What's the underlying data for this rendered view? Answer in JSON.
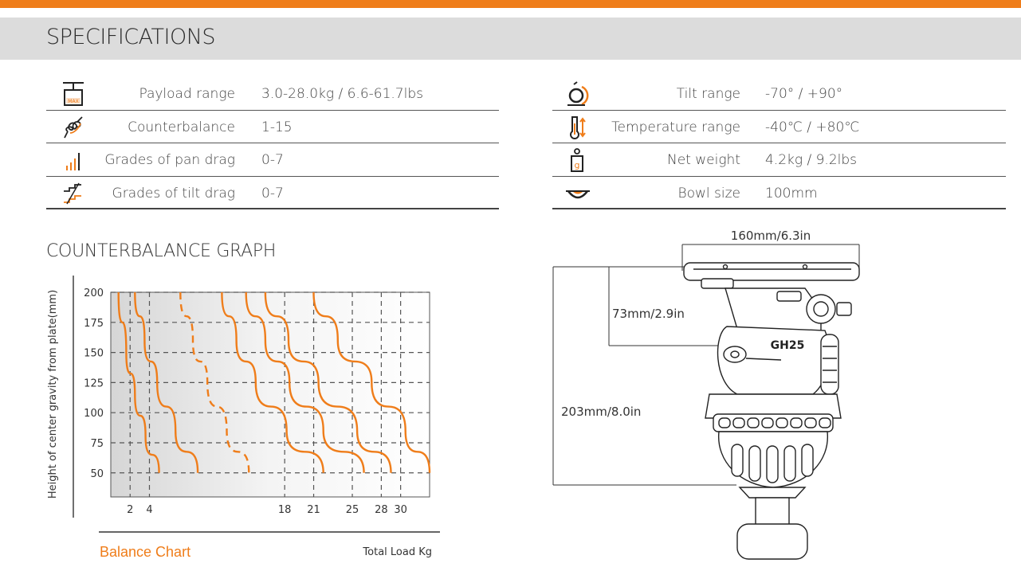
{
  "header": {
    "title": "SPECIFICATIONS"
  },
  "colors": {
    "accent": "#ef7d1a",
    "band": "#dcdcdc",
    "text": "#444444"
  },
  "specs_left": [
    {
      "icon": "max-weight-icon",
      "label": "Payload range",
      "value": "3.0-28.0kg / 6.6-61.7lbs",
      "icon_text": "MAX"
    },
    {
      "icon": "spring-icon",
      "label": "Counterbalance",
      "value": "1-15"
    },
    {
      "icon": "pan-drag-bars-icon",
      "label": "Grades of pan drag",
      "value": "0-7"
    },
    {
      "icon": "tilt-drag-steps-icon",
      "label": "Grades of tilt drag",
      "value": "0-7"
    }
  ],
  "specs_right": [
    {
      "icon": "tilt-angle-icon",
      "label": "Tilt range",
      "value": "-70° / +90°"
    },
    {
      "icon": "thermometer-icon",
      "label": "Temperature range",
      "value": "-40℃ / +80℃"
    },
    {
      "icon": "weight-tag-icon",
      "label": "Net weight",
      "value": "4.2kg / 9.2lbs",
      "icon_text": "g"
    },
    {
      "icon": "bowl-icon",
      "label": "Bowl size",
      "value": "100mm"
    }
  ],
  "graph": {
    "title": "COUNTERBALANCE GRAPH"
  },
  "chart_data": {
    "type": "line",
    "title": "Balance Chart",
    "xlabel": "Total Load Kg",
    "ylabel": "Height of center gravity from plate(mm)",
    "xlim": [
      0,
      33
    ],
    "ylim": [
      30,
      200
    ],
    "x_ticks": [
      2,
      4,
      18,
      21,
      25,
      28,
      30
    ],
    "y_ticks": [
      200,
      175,
      150,
      125,
      100,
      75,
      50
    ],
    "grid": true,
    "series": [
      {
        "style": "solid",
        "x": [
          0.8,
          1.6,
          2.5,
          3.6,
          5.0
        ],
        "y": [
          200,
          150,
          115,
          80,
          50
        ]
      },
      {
        "style": "solid",
        "x": [
          2.5,
          3.5,
          4.8,
          6.7,
          9.0
        ],
        "y": [
          200,
          160,
          125,
          85,
          50
        ]
      },
      {
        "style": "dashed",
        "x": [
          7.2,
          8.5,
          10.0,
          12.0,
          14.3
        ],
        "y": [
          200,
          160,
          125,
          85,
          50
        ]
      },
      {
        "style": "solid",
        "x": [
          11.5,
          13.0,
          15.0,
          18.2,
          22.0
        ],
        "y": [
          200,
          160,
          125,
          85,
          50
        ]
      },
      {
        "style": "solid",
        "x": [
          14.0,
          16.0,
          18.5,
          22.0,
          26.2
        ],
        "y": [
          200,
          160,
          125,
          85,
          50
        ]
      },
      {
        "style": "solid",
        "x": [
          16.0,
          18.4,
          21.5,
          25.5,
          29.0
        ],
        "y": [
          200,
          160,
          125,
          85,
          50
        ]
      },
      {
        "style": "solid",
        "x": [
          21.0,
          23.5,
          27.0,
          30.5,
          33.0
        ],
        "y": [
          200,
          160,
          125,
          85,
          50
        ]
      }
    ]
  },
  "diagram": {
    "model": "GH25",
    "width_label": "160mm/6.3in",
    "height_top_label": "73mm/2.9in",
    "height_total_label": "203mm/8.0in"
  }
}
